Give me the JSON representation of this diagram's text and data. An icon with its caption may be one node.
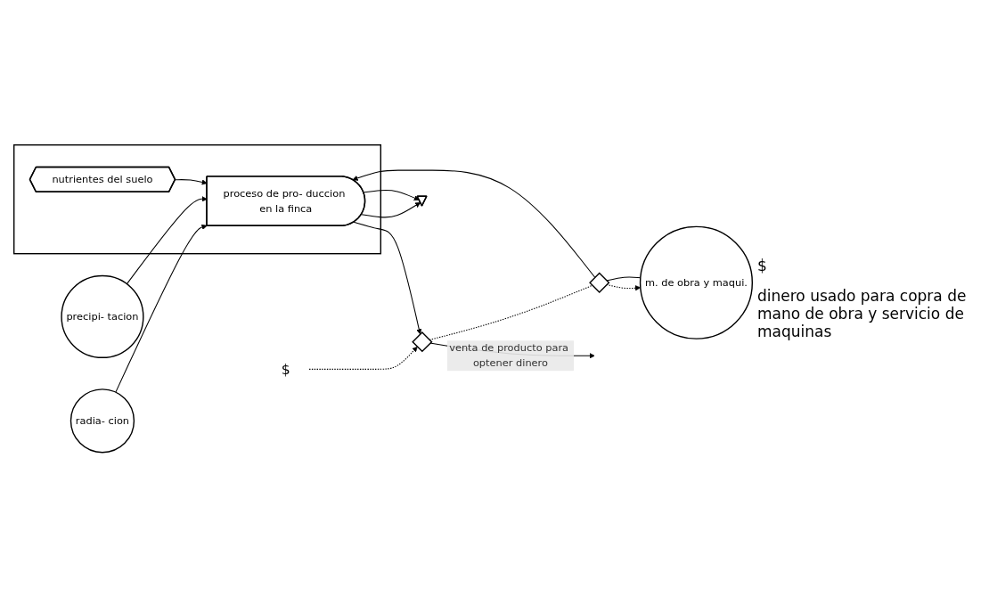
{
  "diagram": {
    "nodes": [
      {
        "text": [],
        "shape": "box"
      },
      {
        "text": [
          "precipi- tacion"
        ]
      },
      {
        "text": [
          "nutrientes del suelo"
        ],
        "in": 0
      },
      {
        "text": [
          "m. de obra y maqui."
        ]
      },
      {
        "text": [
          "radia- cion"
        ]
      },
      {
        "text": [
          "proceso de pro- duccion en la finca"
        ],
        "in": 0
      },
      {
        "text": [],
        "shape": "ground"
      },
      {
        "text": [],
        "shape": "diamond"
      },
      {
        "text": [],
        "shape": "diamond"
      },
      {
        "text": [
          "$"
        ]
      }
    ],
    "edges": [
      {
        "from": 1,
        "to": 5,
        "arrow": "to"
      },
      {
        "from": 2,
        "to": 5,
        "arrow": "to"
      },
      {
        "from": 3,
        "to": 7,
        "arrow": "none"
      },
      {
        "from": 7,
        "to": 5,
        "arrow": "to"
      },
      {
        "from": 4,
        "to": 5,
        "arrow": "to"
      },
      {
        "from": 5,
        "to": 8,
        "arrow": "to"
      },
      {
        "from": 8,
        "to": null,
        "arrow": "to",
        "label": "venta de producto para optener dinero"
      },
      {
        "from": 5,
        "to": 6,
        "arrow": "to"
      },
      {
        "from": 5,
        "to": 6,
        "arrow": "to"
      },
      {
        "from": 9,
        "to": 8,
        "arrow": "to",
        "style": "dashed"
      },
      {
        "from": 8,
        "to": 7,
        "arrow": "none",
        "style": "dashed"
      },
      {
        "from": 7,
        "to": 3,
        "arrow": "to",
        "style": "dashed"
      }
    ],
    "labels": [
      "$",
      "dinero usado para copra de mano de obra y servicio de maquinas"
    ]
  }
}
